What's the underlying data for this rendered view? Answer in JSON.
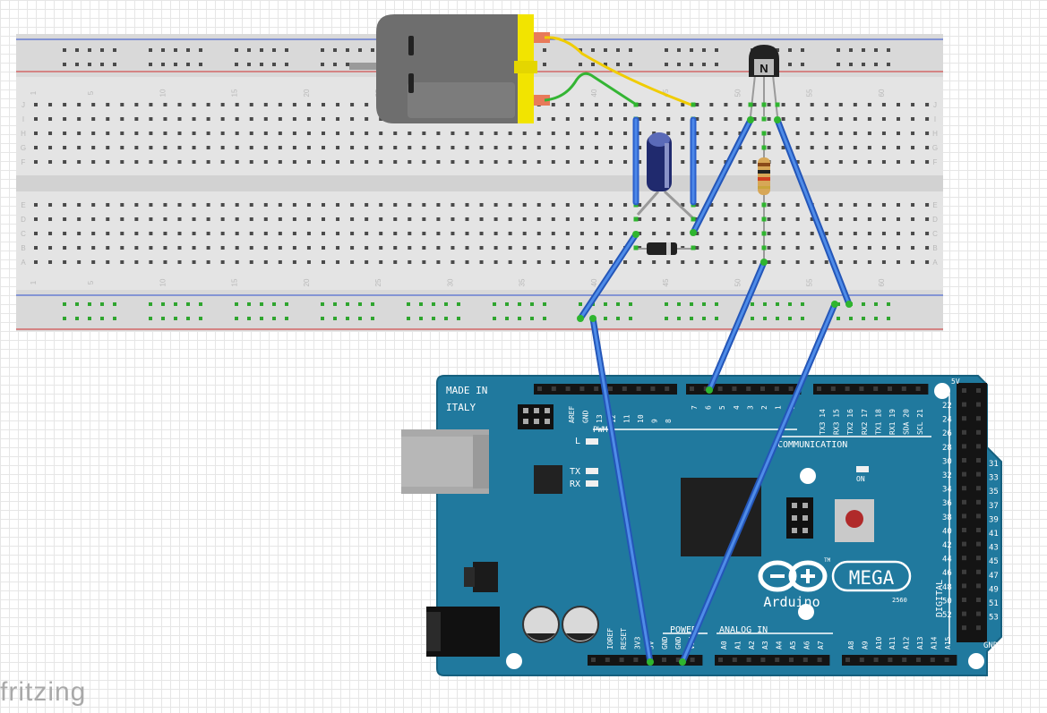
{
  "app": {
    "brand": "fritzing"
  },
  "breadboard": {
    "column_numbers": [
      "1",
      "5",
      "10",
      "15",
      "20",
      "25",
      "30",
      "35",
      "40",
      "45",
      "50",
      "55",
      "60"
    ],
    "row_letters_top": [
      "J",
      "I",
      "H",
      "G",
      "F"
    ],
    "row_letters_bottom": [
      "E",
      "D",
      "C",
      "B",
      "A"
    ]
  },
  "transistor": {
    "label": "N"
  },
  "arduino": {
    "made_in": "MADE IN",
    "italy": "ITALY",
    "pwm": "PWM",
    "communication": "COMMUNICATION",
    "power": "POWER",
    "analog_in": "ANALOG IN",
    "digital": "DIGITAL",
    "l": "L",
    "tx": "TX",
    "rx": "RX",
    "on": "ON",
    "logo_text": "Arduino",
    "mega": "MEGA",
    "model": "2560",
    "tm": "TM",
    "gnd_right": "GND",
    "fivev": "5V",
    "top_pins": [
      "AREF",
      "GND",
      "13",
      "12",
      "11",
      "10",
      "9",
      "8"
    ],
    "pwm_pins": [
      "7",
      "6",
      "5",
      "4",
      "3",
      "2",
      "1",
      "0"
    ],
    "comm_pins": [
      "TX3 14",
      "RX3 15",
      "TX2 16",
      "RX2 17",
      "TX1 18",
      "RX1 19",
      "SDA 20",
      "SCL 21"
    ],
    "power_pins": [
      "IOREF",
      "RESET",
      "3V3",
      "5V",
      "GND",
      "GND",
      "VIN"
    ],
    "analog_pins": [
      "A0",
      "A1",
      "A2",
      "A3",
      "A4",
      "A5",
      "A6",
      "A7"
    ],
    "analog_pins2": [
      "A8",
      "A9",
      "A10",
      "A11",
      "A12",
      "A13",
      "A14",
      "A15"
    ],
    "right_pins_left": [
      "22",
      "24",
      "26",
      "28",
      "30",
      "32",
      "34",
      "36",
      "38",
      "40",
      "42",
      "44",
      "46",
      "48",
      "50",
      "52"
    ],
    "right_pins_right": [
      "31",
      "33",
      "35",
      "37",
      "39",
      "41",
      "43",
      "45",
      "47",
      "49",
      "51",
      "53"
    ]
  }
}
